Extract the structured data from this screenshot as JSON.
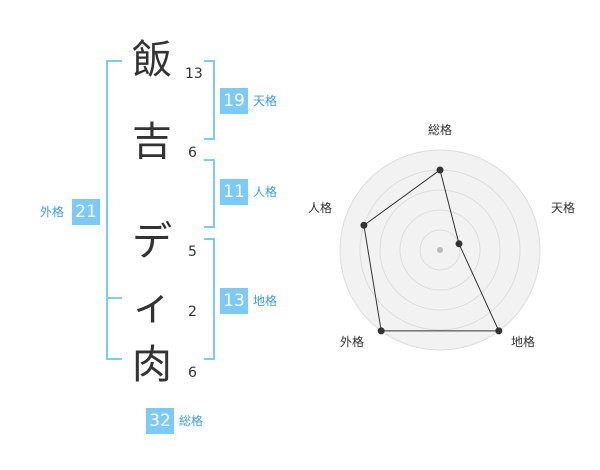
{
  "name": {
    "chars": [
      {
        "char": "飯",
        "strokes": "13"
      },
      {
        "char": "吉",
        "strokes": "6"
      },
      {
        "char": "デ",
        "strokes": "5"
      },
      {
        "char": "ィ",
        "strokes": "2"
      },
      {
        "char": "肉",
        "strokes": "6"
      }
    ]
  },
  "fortune": {
    "tenkaku": {
      "value": "19",
      "label": "天格"
    },
    "jinkaku": {
      "value": "11",
      "label": "人格"
    },
    "chikaku": {
      "value": "13",
      "label": "地格"
    },
    "gaikaku": {
      "value": "21",
      "label": "外格"
    },
    "soukaku": {
      "value": "32",
      "label": "総格"
    }
  },
  "chart_data": {
    "type": "radar",
    "axes": [
      "総格",
      "天格",
      "地格",
      "外格",
      "人格"
    ],
    "values": [
      4,
      1,
      5,
      5,
      4
    ],
    "max": 5,
    "rings": 5
  },
  "colors": {
    "accent": "#7ccaf8",
    "label": "#3b9ed8",
    "bracket": "#7ccaf8",
    "radar_fill": "#f2f2f2",
    "radar_ring": "#dddddd",
    "radar_line": "#333333"
  }
}
